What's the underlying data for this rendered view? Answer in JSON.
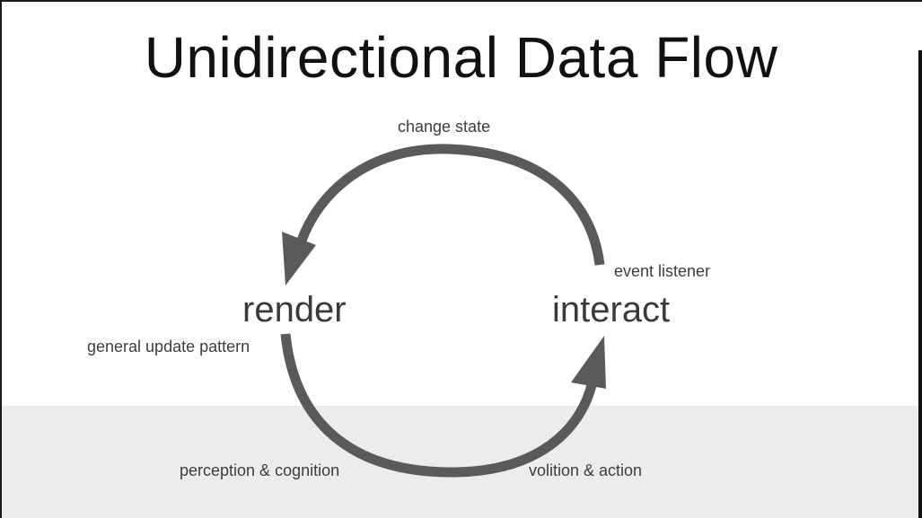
{
  "title": "Unidirectional Data Flow",
  "nodes": {
    "render": "render",
    "interact": "interact"
  },
  "edge_labels": {
    "change_state": "change state",
    "event_listener": "event listener",
    "general_update_pattern": "general update pattern",
    "perception_cognition": "perception & cognition",
    "volition_action": "volition & action"
  },
  "colors": {
    "arrow": "#5a5a5a",
    "background": "#ffffff",
    "bottom_band": "#ececee",
    "title_text": "#111111",
    "node_text": "#3a3a3a",
    "label_text": "#3d3d3d"
  }
}
